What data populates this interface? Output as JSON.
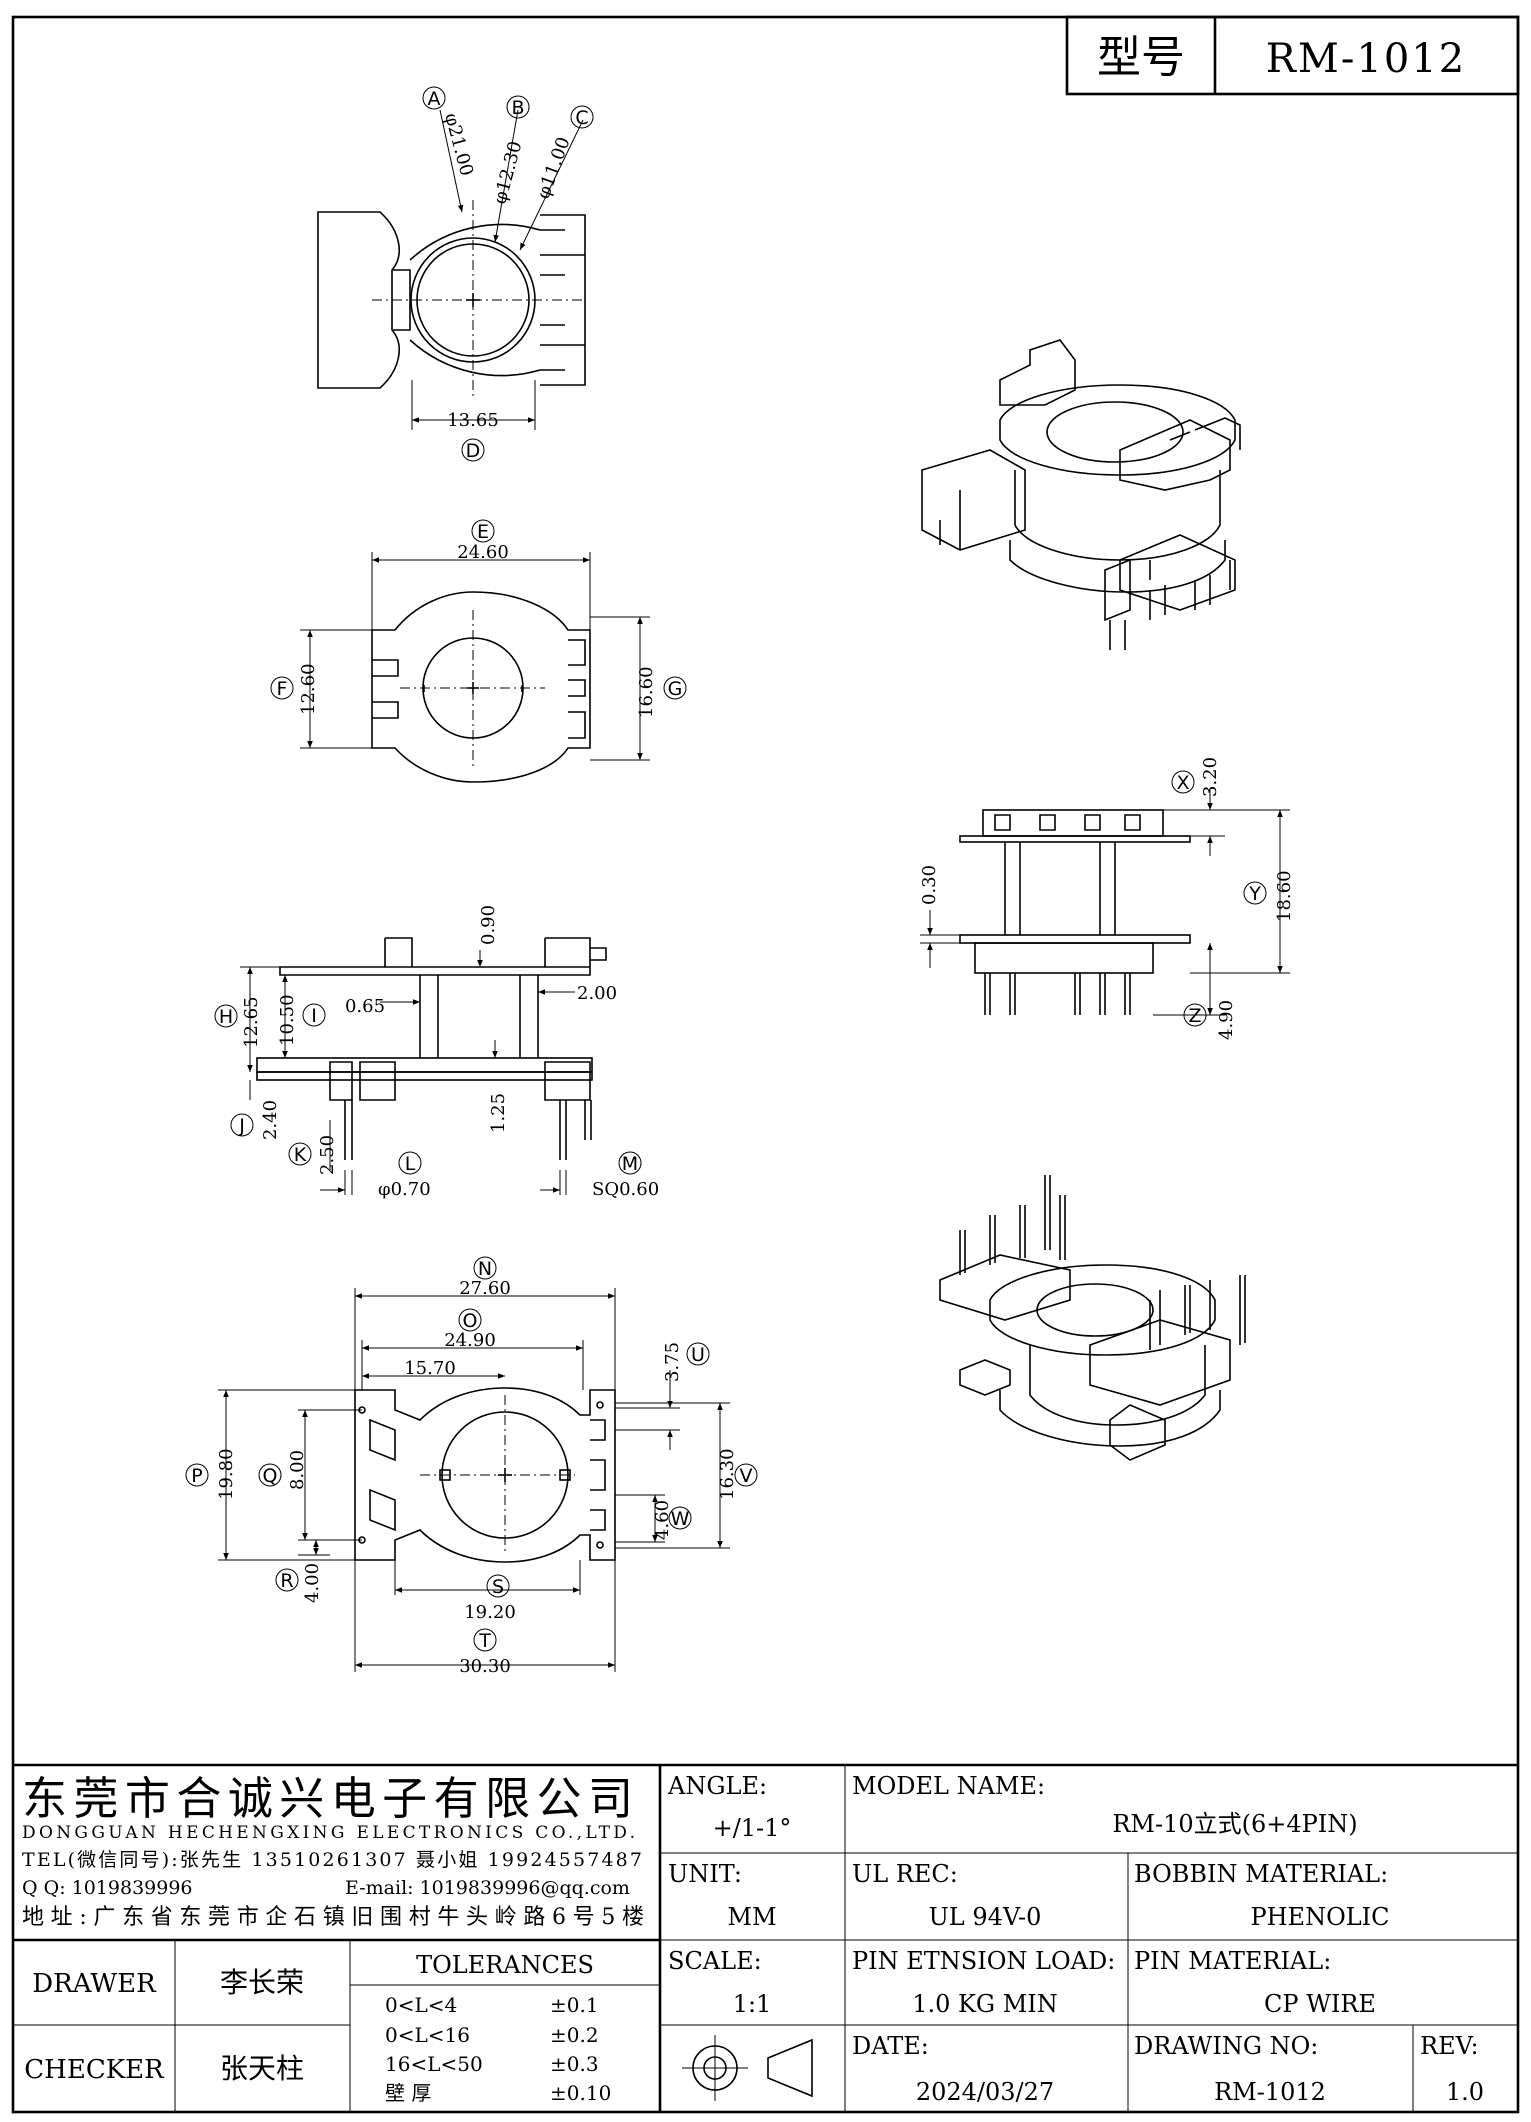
{
  "header": {
    "label": "型号",
    "value": "RM-1012"
  },
  "views": {
    "top": {
      "callouts": [
        {
          "letter": "A",
          "value": "φ21.00"
        },
        {
          "letter": "B",
          "value": "φ12.30"
        },
        {
          "letter": "C",
          "value": "φ11.00"
        },
        {
          "letter": "D",
          "value": "13.65"
        }
      ]
    },
    "bottom": {
      "callouts": [
        {
          "letter": "E",
          "value": "24.60"
        },
        {
          "letter": "F",
          "value": "12.60"
        },
        {
          "letter": "G",
          "value": "16.60"
        }
      ]
    },
    "side": {
      "callouts": [
        {
          "letter": "H",
          "value": "12.65"
        },
        {
          "letter": "I",
          "value": "10.50"
        },
        {
          "letter": "J",
          "value": "2.40"
        },
        {
          "letter": "K",
          "value": "2.50"
        },
        {
          "letter": "L",
          "value": "φ0.70"
        },
        {
          "letter": "M",
          "value": "SQ0.60"
        }
      ],
      "plain": [
        {
          "value": "0.90"
        },
        {
          "value": "0.65"
        },
        {
          "value": "2.00"
        },
        {
          "value": "1.25"
        }
      ]
    },
    "right_side": {
      "callouts": [
        {
          "letter": "X",
          "value": "3.20"
        },
        {
          "letter": "Y",
          "value": "18.60"
        },
        {
          "letter": "Z",
          "value": "4.90"
        }
      ],
      "plain": [
        {
          "value": "0.30"
        }
      ]
    },
    "pin_view": {
      "callouts": [
        {
          "letter": "N",
          "value": "27.60"
        },
        {
          "letter": "O",
          "value": "24.90"
        },
        {
          "letter": "P",
          "value": "19.80"
        },
        {
          "letter": "Q",
          "value": "8.00"
        },
        {
          "letter": "R",
          "value": "4.00"
        },
        {
          "letter": "S",
          "value": "19.20"
        },
        {
          "letter": "T",
          "value": "30.30"
        },
        {
          "letter": "U",
          "value": "3.75"
        },
        {
          "letter": "V",
          "value": "16.30"
        },
        {
          "letter": "W",
          "value": "4.60"
        }
      ],
      "plain": [
        {
          "value": "15.70"
        }
      ]
    }
  },
  "title_block": {
    "company_cn": "东莞市合诚兴电子有限公司",
    "company_en": "DONGGUAN HECHENGXING ELECTRONICS CO.,LTD.",
    "tel": "TEL(微信同号):张先生 13510261307 聂小姐 19924557487",
    "qq": "Q Q: 1019839996",
    "email": "E-mail: 1019839996@qq.com",
    "address": "地址:广东省东莞市企石镇旧围村牛头岭路6号5楼",
    "angle_label": "ANGLE:",
    "angle_value": "+/1-1°",
    "model_label": "MODEL NAME:",
    "model_value": "RM-10立式(6+4PIN)",
    "unit_label": "UNIT:",
    "unit_value": "MM",
    "ul_label": "UL REC:",
    "ul_value": "UL 94V-0",
    "bobbin_label": "BOBBIN MATERIAL:",
    "bobbin_value": "PHENOLIC",
    "scale_label": "SCALE:",
    "scale_value": "1:1",
    "pin_load_label": "PIN ETNSION LOAD:",
    "pin_load_value": "1.0 KG MIN",
    "pin_material_label": "PIN MATERIAL:",
    "pin_material_value": "CP WIRE",
    "date_label": "DATE:",
    "date_value": "2024/03/27",
    "drawing_no_label": "DRAWING NO:",
    "drawing_no_value": "RM-1012",
    "rev_label": "REV:",
    "rev_value": "1.0",
    "drawer_label": "DRAWER",
    "drawer_value": "李长荣",
    "checker_label": "CHECKER",
    "checker_value": "张天柱",
    "tolerances": {
      "title": "TOLERANCES",
      "rows": [
        {
          "range": "0<L<4",
          "value": "±0.1"
        },
        {
          "range": "0<L<16",
          "value": "±0.2"
        },
        {
          "range": "16<L<50",
          "value": "±0.3"
        },
        {
          "range": "壁    厚",
          "value": "±0.10"
        }
      ]
    }
  }
}
